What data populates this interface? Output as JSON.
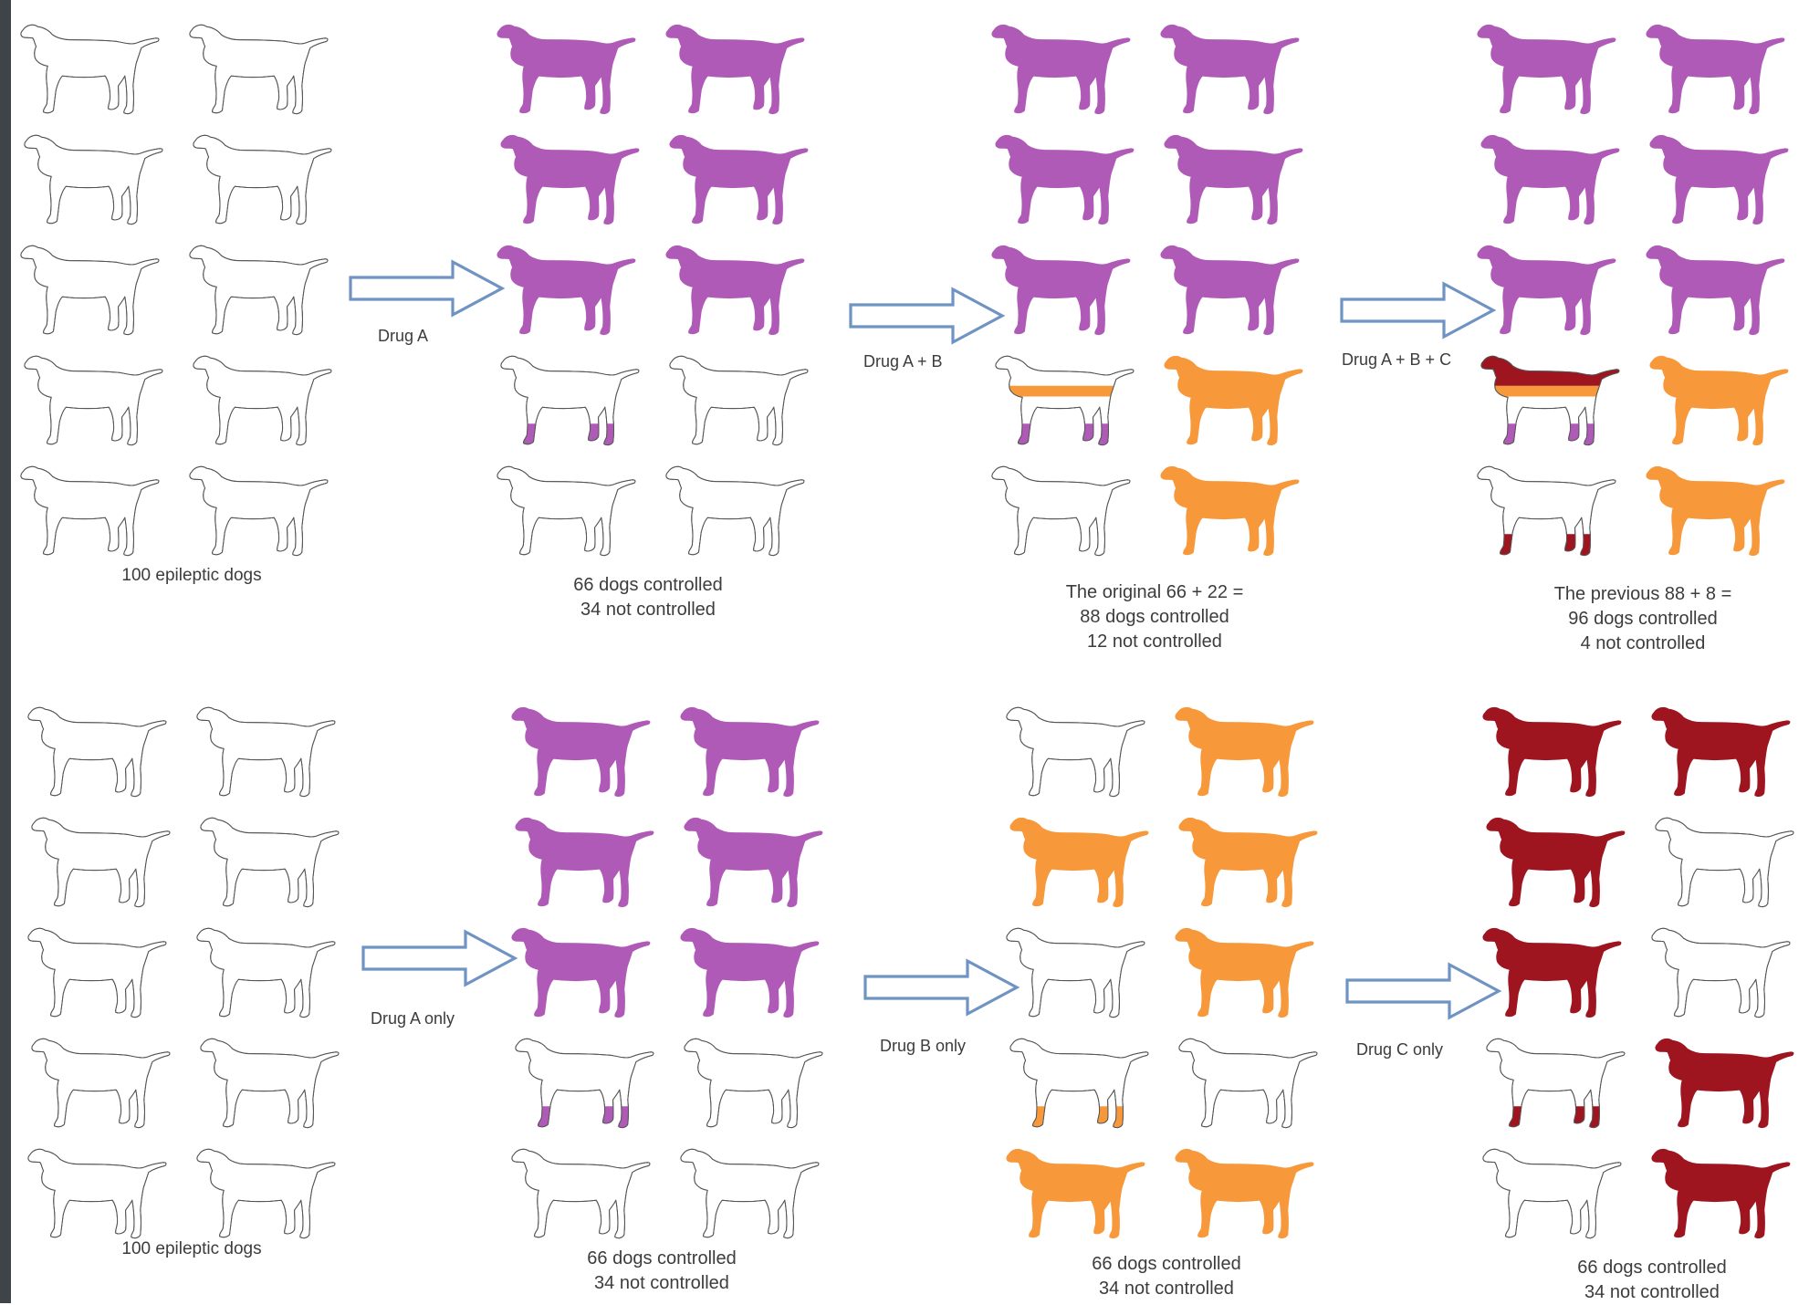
{
  "colors": {
    "drug_a": "#b05ab8",
    "drug_b": "#f7983a",
    "drug_c": "#9e1520",
    "outline": "#555555",
    "arrow": "#6f93c2"
  },
  "dog_icon": "dog-silhouette-icon",
  "arrow_icon": "hollow-right-arrow-icon",
  "rows": [
    {
      "panels": [
        {
          "caption": [
            "100 epileptic dogs"
          ],
          "dogs": [
            {
              "fill": [
                "none"
              ]
            },
            {
              "fill": [
                "none"
              ]
            },
            {
              "fill": [
                "none"
              ]
            },
            {
              "fill": [
                "none"
              ]
            },
            {
              "fill": [
                "none"
              ]
            },
            {
              "fill": [
                "none"
              ]
            },
            {
              "fill": [
                "none"
              ]
            },
            {
              "fill": [
                "none"
              ]
            },
            {
              "fill": [
                "none"
              ]
            },
            {
              "fill": [
                "none"
              ]
            }
          ]
        },
        {
          "caption": [
            "66 dogs controlled",
            "34 not controlled"
          ],
          "dogs": [
            {
              "fill": [
                "a"
              ]
            },
            {
              "fill": [
                "a"
              ]
            },
            {
              "fill": [
                "a"
              ]
            },
            {
              "fill": [
                "a"
              ]
            },
            {
              "fill": [
                "a"
              ]
            },
            {
              "fill": [
                "a"
              ]
            },
            {
              "fill": [
                "a-partial"
              ]
            },
            {
              "fill": [
                "none"
              ]
            },
            {
              "fill": [
                "none"
              ]
            },
            {
              "fill": [
                "none"
              ]
            }
          ]
        },
        {
          "caption": [
            "The original 66 + 22 =",
            "88 dogs controlled",
            "12 not controlled"
          ],
          "dogs": [
            {
              "fill": [
                "a"
              ]
            },
            {
              "fill": [
                "a"
              ]
            },
            {
              "fill": [
                "a"
              ]
            },
            {
              "fill": [
                "a"
              ]
            },
            {
              "fill": [
                "a"
              ]
            },
            {
              "fill": [
                "a"
              ]
            },
            {
              "fill": [
                "a-partial",
                "b-band"
              ]
            },
            {
              "fill": [
                "b"
              ]
            },
            {
              "fill": [
                "none"
              ]
            },
            {
              "fill": [
                "b"
              ]
            }
          ]
        },
        {
          "caption": [
            "The previous 88 + 8 =",
            "96 dogs controlled",
            "4 not controlled"
          ],
          "dogs": [
            {
              "fill": [
                "a"
              ]
            },
            {
              "fill": [
                "a"
              ]
            },
            {
              "fill": [
                "a"
              ]
            },
            {
              "fill": [
                "a"
              ]
            },
            {
              "fill": [
                "a"
              ]
            },
            {
              "fill": [
                "a"
              ]
            },
            {
              "fill": [
                "a-partial",
                "b-band",
                "c-top"
              ]
            },
            {
              "fill": [
                "b"
              ]
            },
            {
              "fill": [
                "c-partial"
              ]
            },
            {
              "fill": [
                "b"
              ]
            }
          ]
        }
      ],
      "arrows": [
        {
          "label": "Drug A"
        },
        {
          "label": "Drug A + B"
        },
        {
          "label": "Drug A + B + C"
        }
      ]
    },
    {
      "panels": [
        {
          "caption": [
            "100 epileptic dogs"
          ],
          "dogs": [
            {
              "fill": [
                "none"
              ]
            },
            {
              "fill": [
                "none"
              ]
            },
            {
              "fill": [
                "none"
              ]
            },
            {
              "fill": [
                "none"
              ]
            },
            {
              "fill": [
                "none"
              ]
            },
            {
              "fill": [
                "none"
              ]
            },
            {
              "fill": [
                "none"
              ]
            },
            {
              "fill": [
                "none"
              ]
            },
            {
              "fill": [
                "none"
              ]
            },
            {
              "fill": [
                "none"
              ]
            }
          ]
        },
        {
          "caption": [
            "66 dogs controlled",
            "34 not controlled"
          ],
          "dogs": [
            {
              "fill": [
                "a"
              ]
            },
            {
              "fill": [
                "a"
              ]
            },
            {
              "fill": [
                "a"
              ]
            },
            {
              "fill": [
                "a"
              ]
            },
            {
              "fill": [
                "a"
              ]
            },
            {
              "fill": [
                "a"
              ]
            },
            {
              "fill": [
                "a-partial"
              ]
            },
            {
              "fill": [
                "none"
              ]
            },
            {
              "fill": [
                "none"
              ]
            },
            {
              "fill": [
                "none"
              ]
            }
          ]
        },
        {
          "caption": [
            "66 dogs controlled",
            "34 not controlled"
          ],
          "dogs": [
            {
              "fill": [
                "none"
              ]
            },
            {
              "fill": [
                "b"
              ]
            },
            {
              "fill": [
                "b"
              ]
            },
            {
              "fill": [
                "b"
              ]
            },
            {
              "fill": [
                "none"
              ]
            },
            {
              "fill": [
                "b"
              ]
            },
            {
              "fill": [
                "b-partial"
              ]
            },
            {
              "fill": [
                "none"
              ]
            },
            {
              "fill": [
                "b"
              ]
            },
            {
              "fill": [
                "b"
              ]
            }
          ]
        },
        {
          "caption": [
            "66 dogs controlled",
            "34 not controlled"
          ],
          "dogs": [
            {
              "fill": [
                "c"
              ]
            },
            {
              "fill": [
                "c"
              ]
            },
            {
              "fill": [
                "c"
              ]
            },
            {
              "fill": [
                "none"
              ]
            },
            {
              "fill": [
                "c"
              ]
            },
            {
              "fill": [
                "none"
              ]
            },
            {
              "fill": [
                "c-partial"
              ]
            },
            {
              "fill": [
                "c"
              ]
            },
            {
              "fill": [
                "none"
              ]
            },
            {
              "fill": [
                "c"
              ]
            }
          ]
        }
      ],
      "arrows": [
        {
          "label": "Drug A only"
        },
        {
          "label": "Drug B only"
        },
        {
          "label": "Drug C only"
        }
      ]
    }
  ]
}
